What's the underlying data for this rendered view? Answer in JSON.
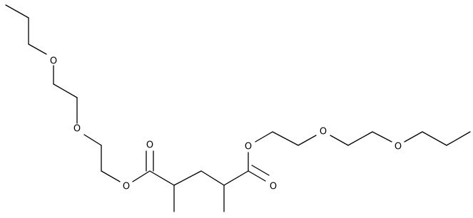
{
  "molecule": {
    "atoms": [
      {
        "id": "O1",
        "symbol": "O"
      },
      {
        "id": "O2",
        "symbol": "O"
      },
      {
        "id": "O3",
        "symbol": "O"
      },
      {
        "id": "O4",
        "symbol": "O"
      },
      {
        "id": "O5",
        "symbol": "O"
      },
      {
        "id": "O6",
        "symbol": "O"
      },
      {
        "id": "O7",
        "symbol": "O"
      },
      {
        "id": "O8",
        "symbol": "O"
      }
    ],
    "colors": {
      "bond": "#000000",
      "label": "#000000",
      "background": "#ffffff"
    }
  }
}
